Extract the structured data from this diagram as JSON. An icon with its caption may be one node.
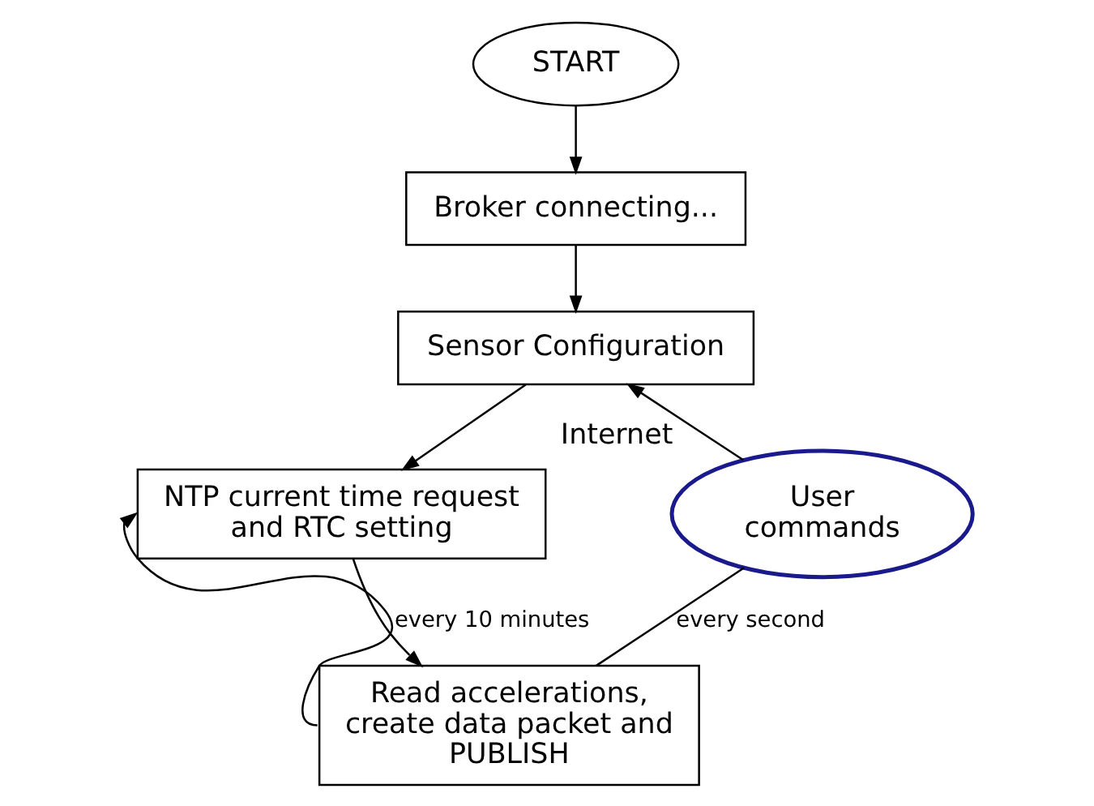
{
  "diagram": {
    "nodes": [
      {
        "text": [
          "START"
        ]
      },
      {
        "text": [
          "Broker connecting..."
        ]
      },
      {
        "text": [
          "Sensor Configuration"
        ]
      },
      {
        "text": [
          "NTP current time request and RTC setting"
        ]
      },
      {
        "text": [
          "Read accelerations, create data packet and PUBLISH"
        ]
      },
      {
        "text": [
          "User commands"
        ],
        "beside": [
          "Internet"
        ]
      }
    ],
    "edges": [
      {
        "from": 0,
        "to": 1,
        "arrow": "to"
      },
      {
        "from": 1,
        "to": 2,
        "arrow": "to"
      },
      {
        "from": 2,
        "to": 3,
        "arrow": "to"
      },
      {
        "from": 3,
        "to": 4,
        "arrow": "to"
      },
      {
        "from": 4,
        "to": 3,
        "arrow": "to",
        "label": "every 10 minutes"
      },
      {
        "from": 4,
        "to": 5,
        "arrow": "none",
        "label": "every second"
      },
      {
        "from": 5,
        "to": 2,
        "arrow": "to"
      }
    ]
  }
}
